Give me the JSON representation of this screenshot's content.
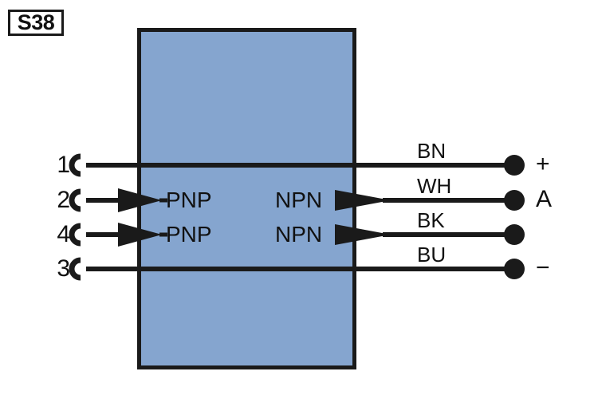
{
  "diagram": {
    "tag": {
      "label": "S38"
    },
    "device": {
      "name": "sensor-body",
      "fill_color": "#85a5cf",
      "border_color": "#1a1a1a"
    },
    "pins": [
      {
        "number": "1",
        "row": 1,
        "input_type": "",
        "output_type": "",
        "wire_code": "BN",
        "terminal_label": "+",
        "has_input_arrow": false,
        "has_output_arrow": false
      },
      {
        "number": "2",
        "row": 2,
        "input_type": "PNP",
        "output_type": "NPN",
        "wire_code": "WH",
        "terminal_label": "A",
        "has_input_arrow": true,
        "has_output_arrow": true
      },
      {
        "number": "4",
        "row": 3,
        "input_type": "PNP",
        "output_type": "NPN",
        "wire_code": "BK",
        "terminal_label": "",
        "has_input_arrow": true,
        "has_output_arrow": true
      },
      {
        "number": "3",
        "row": 4,
        "input_type": "",
        "output_type": "",
        "wire_code": "BU",
        "terminal_label": "−",
        "has_input_arrow": false,
        "has_output_arrow": false
      }
    ],
    "legend": {
      "input_label_1": "PNP",
      "input_label_2": "PNP",
      "output_label_1": "NPN",
      "output_label_2": "NPN"
    },
    "colors": {
      "stroke": "#1a1a1a",
      "body": "#85a5cf",
      "background": "#ffffff"
    }
  }
}
